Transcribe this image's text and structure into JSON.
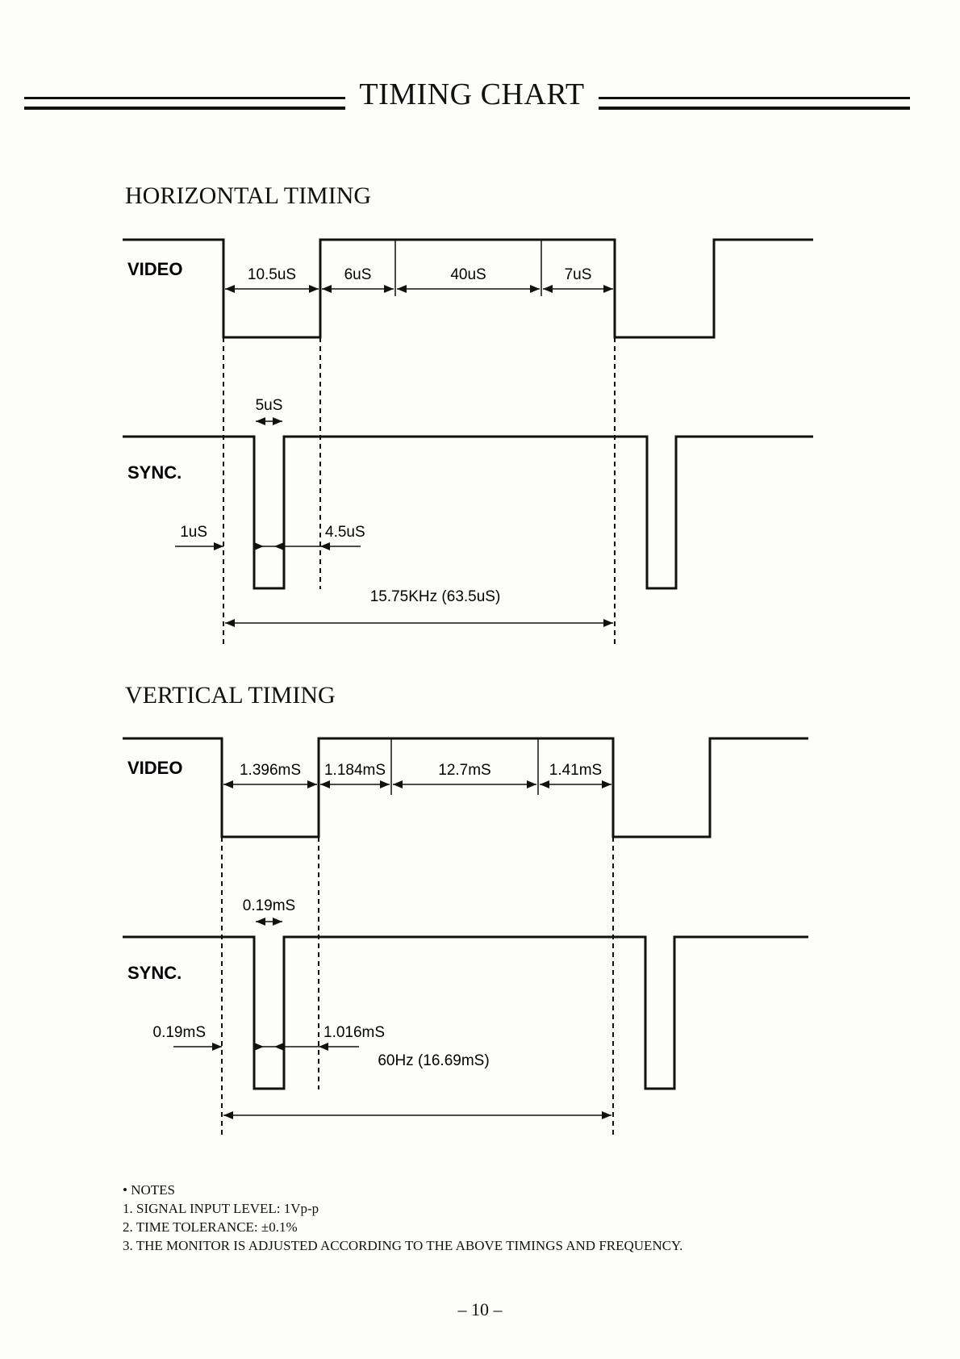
{
  "title": "TIMING CHART",
  "horizontal": {
    "heading": "HORIZONTAL TIMING",
    "video_label": "VIDEO",
    "sync_label": "SYNC.",
    "video_segments": [
      "10.5uS",
      "6uS",
      "40uS",
      "7uS"
    ],
    "sync_width": "5uS",
    "sync_before": "1uS",
    "sync_after": "4.5uS",
    "period": "15.75KHz (63.5uS)"
  },
  "vertical": {
    "heading": "VERTICAL TIMING",
    "video_label": "VIDEO",
    "sync_label": "SYNC.",
    "video_segments": [
      "1.396mS",
      "1.184mS",
      "12.7mS",
      "1.41mS"
    ],
    "sync_width": "0.19mS",
    "sync_before": "0.19mS",
    "sync_after": "1.016mS",
    "period": "60Hz (16.69mS)"
  },
  "notes": {
    "heading": "NOTES",
    "items": [
      "1. SIGNAL INPUT LEVEL: 1Vp-p",
      "2. TIME TOLERANCE: ±0.1%",
      "3. THE MONITOR IS ADJUSTED ACCORDING TO THE ABOVE TIMINGS AND FREQUENCY."
    ]
  },
  "page_number": "– 10 –"
}
